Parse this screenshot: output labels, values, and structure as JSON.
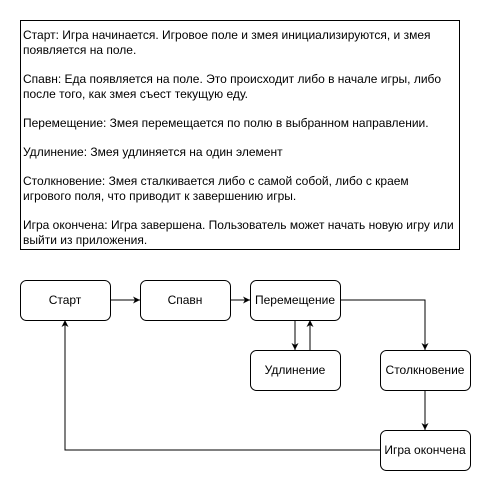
{
  "description": {
    "paragraphs": [
      "Старт: Игра начинается. Игровое поле и змея инициализируются, и змея появляется на поле.",
      "Спавн: Еда появляется на поле. Это происходит либо в начале игры, либо после того, как змея съест текущую еду.",
      "Перемещение: Змея перемещается по полю в выбранном направлении.",
      "Удлинение: Змея удлиняется на один элемент",
      "Столкновение: Змея сталкивается либо с самой собой, либо с краем игрового поля, что приводит к завершению игры.",
      "Игра окончена: Игра завершена. Пользователь может начать новую игру или выйти из приложения."
    ]
  },
  "flowchart": {
    "nodes": {
      "start": "Старт",
      "spawn": "Спавн",
      "move": "Перемещение",
      "grow": "Удлинение",
      "collision": "Столкновение",
      "game_over": "Игра окончена"
    }
  }
}
